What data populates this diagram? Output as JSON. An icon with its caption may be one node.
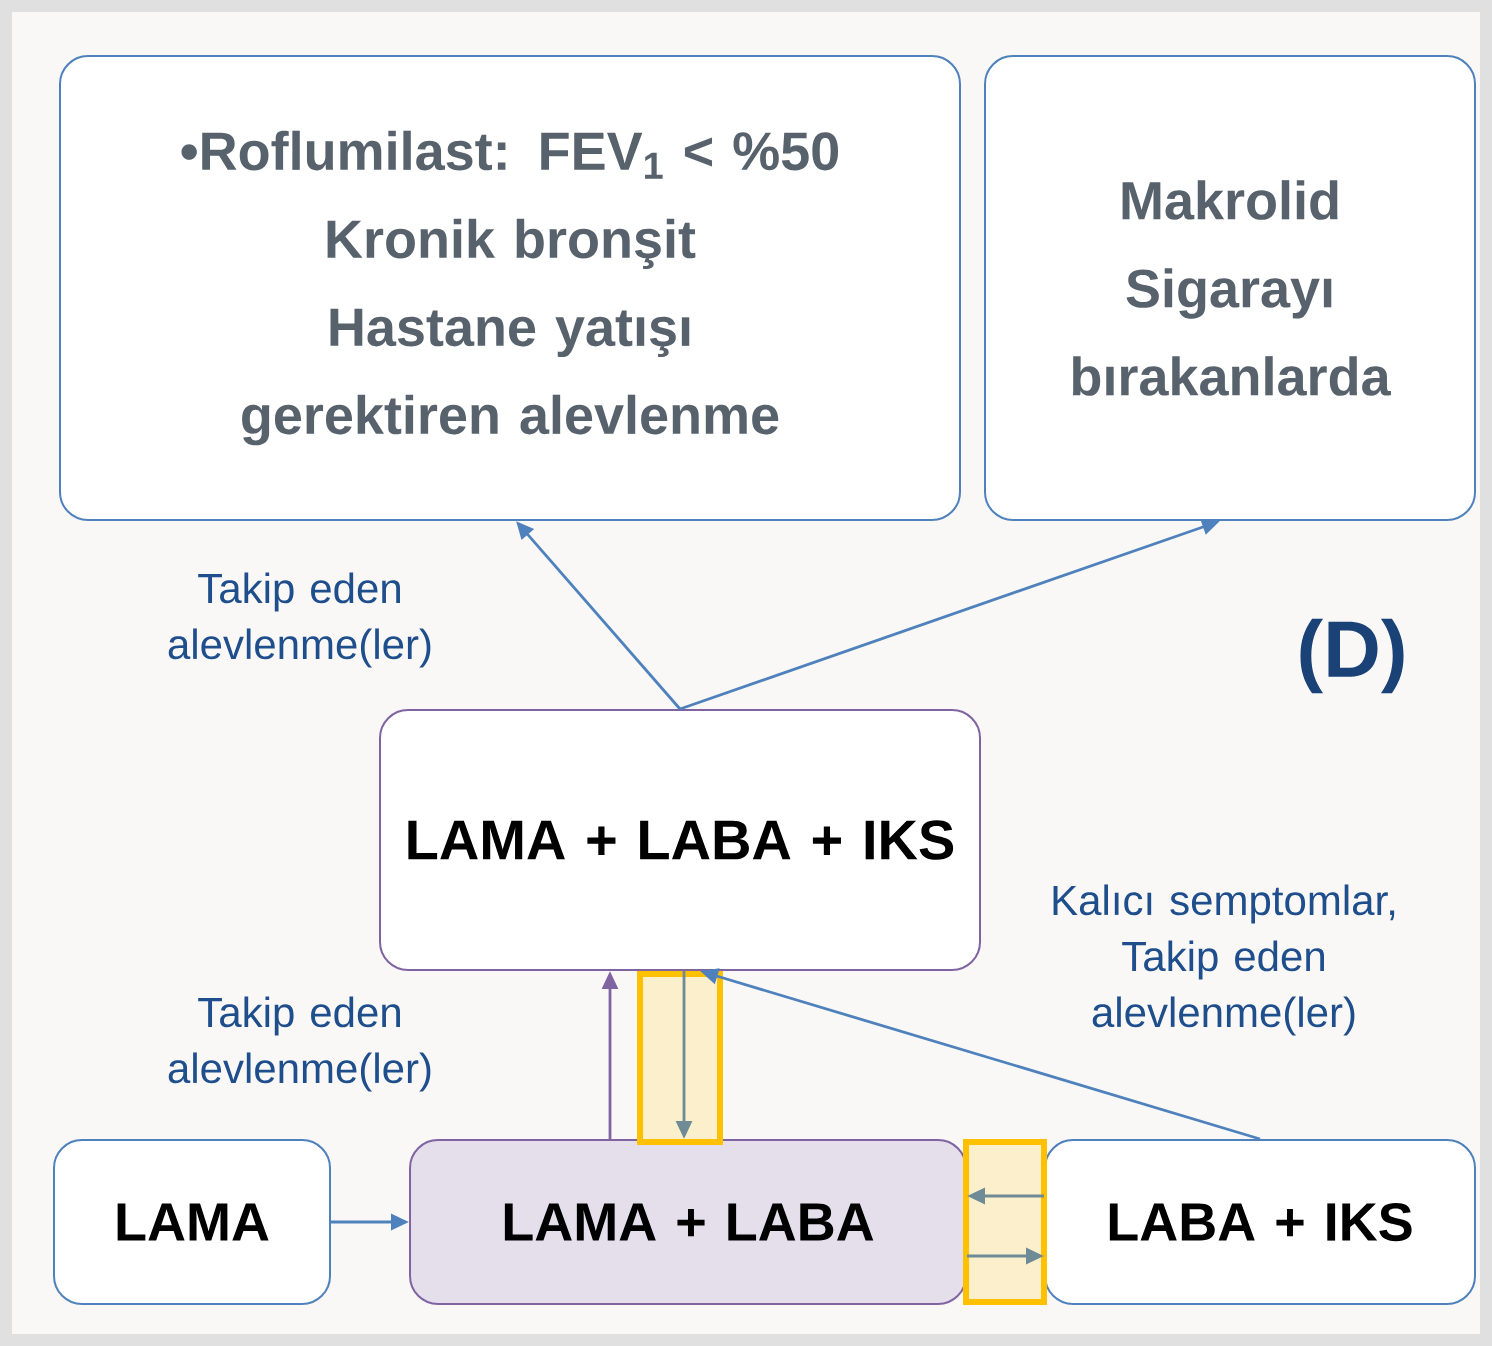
{
  "diagram": {
    "nodes": [
      {
        "text": [
          "•Roflumilast: FEV$_{1}$ < %50",
          "Kronik bronşit",
          "Hastane yatışı",
          "gerektiren  alevlenme"
        ]
      },
      {
        "text": [
          "Makrolid",
          "Sigarayı",
          "bırakanlarda"
        ]
      },
      {
        "text": [
          "LAMA + LABA + IKS"
        ]
      },
      {
        "text": [
          "LAMA"
        ]
      },
      {
        "text": [
          "LAMA + LABA"
        ]
      },
      {
        "text": [
          "LABA + IKS"
        ]
      }
    ],
    "edges": [
      {
        "from": 2,
        "to": 0,
        "arrow": "to",
        "label": "Takip eden alevlenme(ler)"
      },
      {
        "from": 2,
        "to": 1,
        "arrow": "to"
      },
      {
        "from": 3,
        "to": 4,
        "arrow": "to"
      },
      {
        "from": 4,
        "to": 2,
        "arrow": "to",
        "color": "#8064a2",
        "label": "Takip eden alevlenme(ler)"
      },
      {
        "from": 5,
        "to": 2,
        "arrow": "to",
        "label": "Kalıcı semptomlar, Takip eden alevlenme(ler)"
      },
      {
        "from": 2,
        "to": 4,
        "arrow": "to",
        "color": "#6f8b96"
      },
      {
        "from": 5,
        "to": 4,
        "arrow": "to",
        "color": "#6f8b96"
      },
      {
        "from": 4,
        "to": 5,
        "arrow": "to",
        "color": "#6f8b96"
      }
    ],
    "labels": [
      "(D)"
    ]
  }
}
